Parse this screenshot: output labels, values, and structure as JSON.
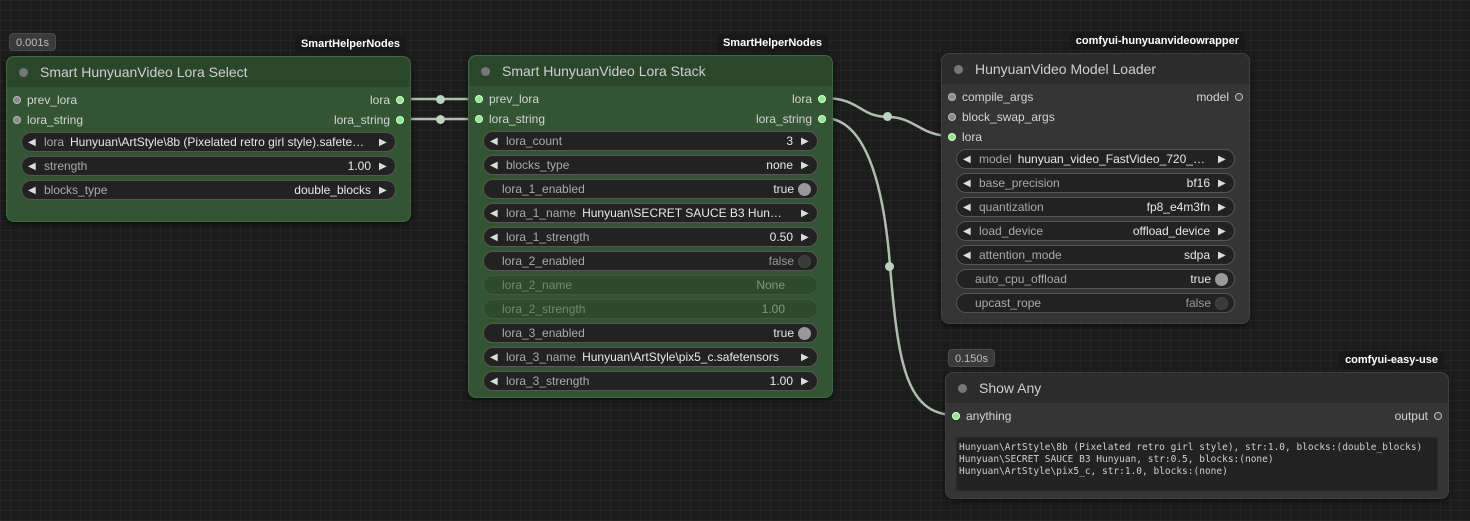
{
  "nodes": {
    "lora_select": {
      "timing": "0.001s",
      "badge": "SmartHelperNodes",
      "title": "Smart HunyuanVideo Lora Select",
      "inputs": [
        "prev_lora",
        "lora_string"
      ],
      "outputs": [
        "lora",
        "lora_string"
      ],
      "widgets": [
        {
          "label": "lora",
          "value": "Hunyuan\\ArtStyle\\8b (Pixelated retro girl style).safete…"
        },
        {
          "label": "strength",
          "value": "1.00"
        },
        {
          "label": "blocks_type",
          "value": "double_blocks"
        }
      ]
    },
    "lora_stack": {
      "badge": "SmartHelperNodes",
      "title": "Smart HunyuanVideo Lora Stack",
      "inputs": [
        "prev_lora",
        "lora_string"
      ],
      "outputs": [
        "lora",
        "lora_string"
      ],
      "widgets": [
        {
          "label": "lora_count",
          "value": "3"
        },
        {
          "label": "blocks_type",
          "value": "none"
        },
        {
          "label": "lora_1_enabled",
          "value": "true"
        },
        {
          "label": "lora_1_name",
          "value": "Hunyuan\\SECRET SAUCE B3 Hun…"
        },
        {
          "label": "lora_1_strength",
          "value": "0.50"
        },
        {
          "label": "lora_2_enabled",
          "value": "false"
        },
        {
          "label": "lora_2_name",
          "value": "None"
        },
        {
          "label": "lora_2_strength",
          "value": "1.00"
        },
        {
          "label": "lora_3_enabled",
          "value": "true"
        },
        {
          "label": "lora_3_name",
          "value": "Hunyuan\\ArtStyle\\pix5_c.safetensors"
        },
        {
          "label": "lora_3_strength",
          "value": "1.00"
        }
      ]
    },
    "model_loader": {
      "badge": "comfyui-hunyuanvideowrapper",
      "title": "HunyuanVideo Model Loader",
      "inputs": [
        "compile_args",
        "block_swap_args",
        "lora"
      ],
      "outputs": [
        "model"
      ],
      "widgets": [
        {
          "label": "model",
          "value": "hunyuan_video_FastVideo_720_…"
        },
        {
          "label": "base_precision",
          "value": "bf16"
        },
        {
          "label": "quantization",
          "value": "fp8_e4m3fn"
        },
        {
          "label": "load_device",
          "value": "offload_device"
        },
        {
          "label": "attention_mode",
          "value": "sdpa"
        },
        {
          "label": "auto_cpu_offload",
          "value": "true"
        },
        {
          "label": "upcast_rope",
          "value": "false"
        }
      ]
    },
    "show_any": {
      "timing": "0.150s",
      "badge": "comfyui-easy-use",
      "title": "Show Any",
      "inputs": [
        "anything"
      ],
      "outputs": [
        "output"
      ],
      "text": "Hunyuan\\ArtStyle\\8b (Pixelated retro girl style), str:1.0, blocks:(double_blocks)\nHunyuan\\SECRET SAUCE B3 Hunyuan, str:0.5, blocks:(none)\nHunyuan\\ArtStyle\\pix5_c, str:1.0, blocks:(none)"
    }
  }
}
